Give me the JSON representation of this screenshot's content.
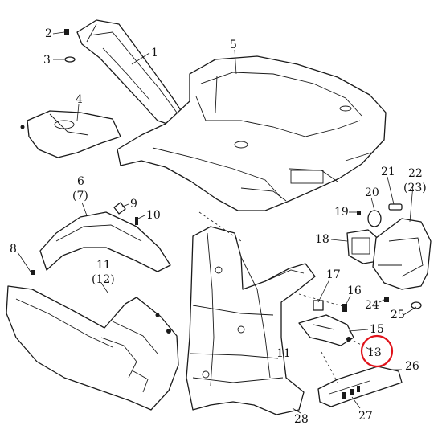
{
  "labels": {
    "p1": "1",
    "p2": "2",
    "p3": "3",
    "p4": "4",
    "p5": "5",
    "p6": "6",
    "p6b": "(7)",
    "p8": "8",
    "p9": "9",
    "p10": "10",
    "p11": "11",
    "p11b": "(12)",
    "p11c": "11",
    "p13": "13",
    "p15": "15",
    "p16": "16",
    "p17": "17",
    "p18": "18",
    "p19": "19",
    "p20": "20",
    "p21": "21",
    "p22": "22",
    "p22b": "(23)",
    "p24": "24",
    "p25": "25",
    "p26": "26",
    "p27": "27",
    "p28": "28"
  },
  "highlight": {
    "label": "13",
    "color": "#e0121a"
  },
  "colors": {
    "line": "#1a1a1a",
    "background": "#ffffff"
  }
}
